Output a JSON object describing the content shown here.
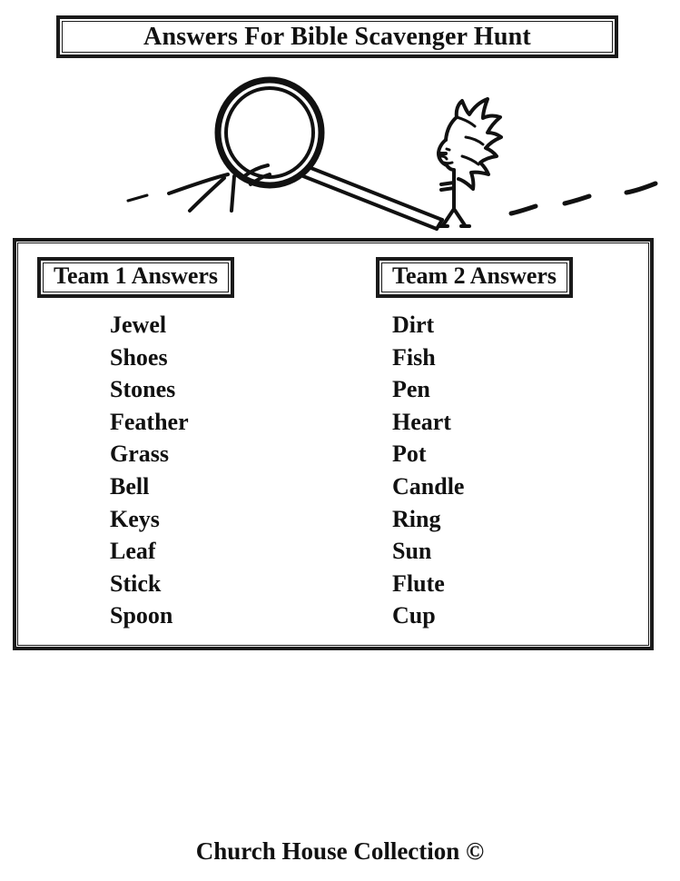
{
  "page": {
    "title_banner": "Answers For Bible Scavenger Hunt",
    "footer": "Church House Collection ©",
    "ink_color": "#1a1a1a",
    "background_color": "#ffffff"
  },
  "illustration": {
    "name": "stick-figure-with-magnifying-glass",
    "elements": [
      "magnifying-glass-lens",
      "magnifying-glass-handle",
      "sketch-lines-left",
      "stick-figure",
      "spiky-hair",
      "ground-dashes-right"
    ]
  },
  "answers": {
    "columns": [
      {
        "header": "Team 1 Answers",
        "items": [
          "Jewel",
          "Shoes",
          "Stones",
          "Feather",
          "Grass",
          "Bell",
          "Keys",
          "Leaf",
          "Stick",
          "Spoon"
        ]
      },
      {
        "header": "Team 2 Answers",
        "items": [
          "Dirt",
          "Fish",
          "Pen",
          "Heart",
          "Pot",
          "Candle",
          "Ring",
          "Sun",
          "Flute",
          "Cup"
        ]
      }
    ]
  }
}
